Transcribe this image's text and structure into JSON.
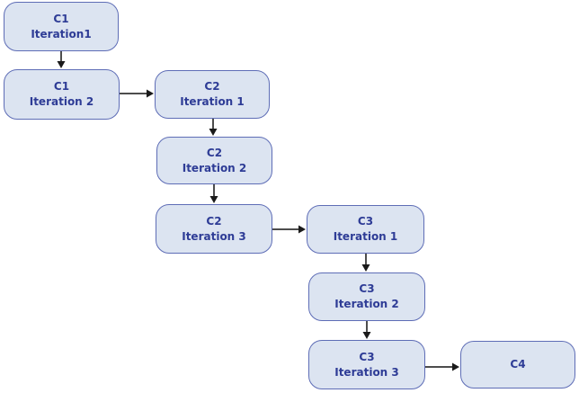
{
  "diagram_type": "flowchart",
  "colors": {
    "background": "#ffffff",
    "node_fill": "#dce4f1",
    "node_border": "#5e6db6",
    "node_text": "#2e3c96",
    "arrow_line": "#4d4d4d",
    "arrow_head": "#1a1a1a"
  },
  "nodes": [
    {
      "id": "c1-iteration1",
      "line1": "C1",
      "line2": "Iteration1"
    },
    {
      "id": "c1-iteration2",
      "line1": "C1",
      "line2": "Iteration 2"
    },
    {
      "id": "c2-iteration1",
      "line1": "C2",
      "line2": "Iteration 1"
    },
    {
      "id": "c2-iteration2",
      "line1": "C2",
      "line2": "Iteration 2"
    },
    {
      "id": "c2-iteration3",
      "line1": "C2",
      "line2": "Iteration 3"
    },
    {
      "id": "c3-iteration1",
      "line1": "C3",
      "line2": "Iteration 1"
    },
    {
      "id": "c3-iteration2",
      "line1": "C3",
      "line2": "Iteration 2"
    },
    {
      "id": "c3-iteration3",
      "line1": "C3",
      "line2": "Iteration 3"
    },
    {
      "id": "c4",
      "line1": "C4",
      "line2": ""
    }
  ],
  "edges": [
    {
      "from": "c1-iteration1",
      "to": "c1-iteration2"
    },
    {
      "from": "c1-iteration2",
      "to": "c2-iteration1"
    },
    {
      "from": "c2-iteration1",
      "to": "c2-iteration2"
    },
    {
      "from": "c2-iteration2",
      "to": "c2-iteration3"
    },
    {
      "from": "c2-iteration3",
      "to": "c3-iteration1"
    },
    {
      "from": "c3-iteration1",
      "to": "c3-iteration2"
    },
    {
      "from": "c3-iteration2",
      "to": "c3-iteration3"
    },
    {
      "from": "c3-iteration3",
      "to": "c4"
    }
  ]
}
